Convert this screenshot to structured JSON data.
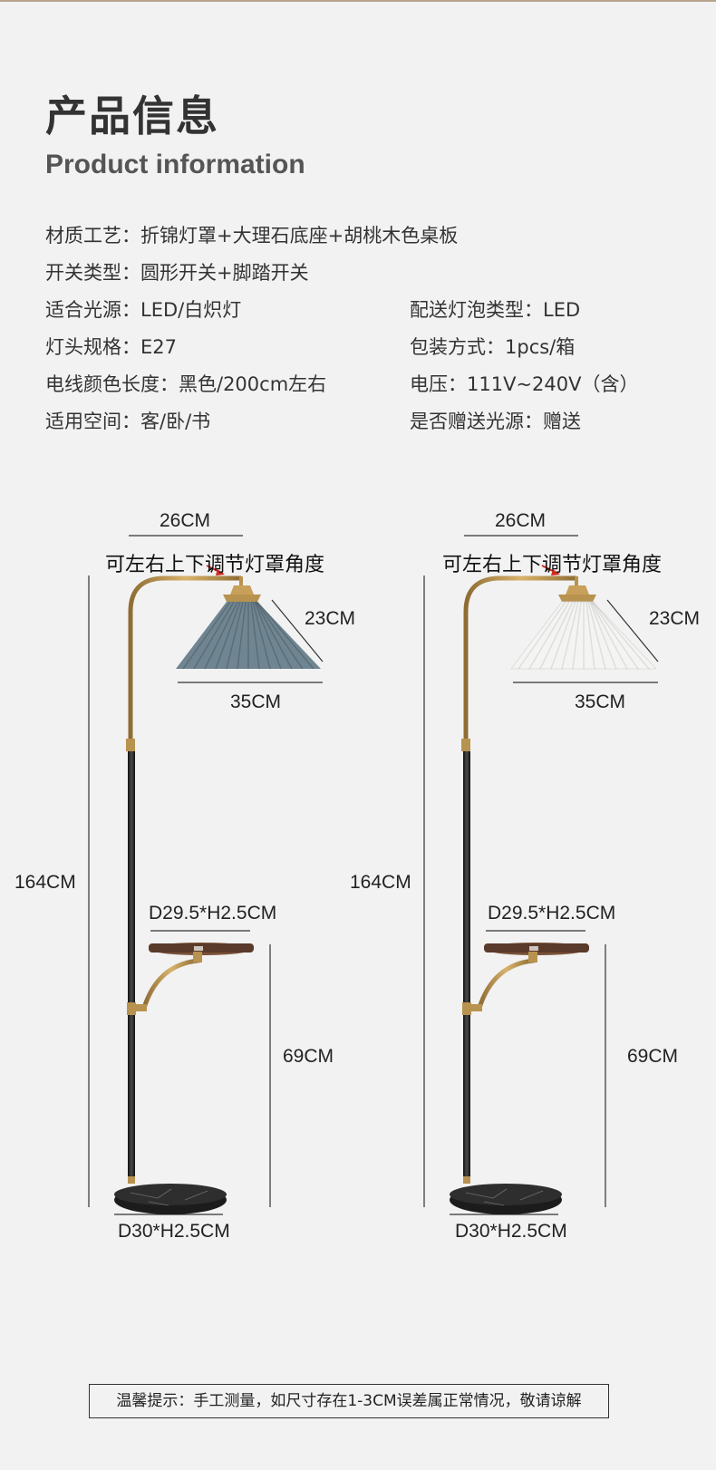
{
  "header": {
    "title_cn": "产品信息",
    "title_en": "Product information"
  },
  "specs": {
    "material": {
      "key": "材质工艺：",
      "value": "折锦灯罩+大理石底座+胡桃木色桌板"
    },
    "switch": {
      "key": "开关类型：",
      "value": "圆形开关+脚踏开关"
    },
    "light_source": {
      "key": "适合光源：",
      "value": "LED/白炽灯"
    },
    "bulb": {
      "key": "配送灯泡类型：",
      "value": "LED"
    },
    "socket": {
      "key": "灯头规格：",
      "value": "E27"
    },
    "package": {
      "key": "包装方式：",
      "value": "1pcs/箱"
    },
    "cable": {
      "key": "电线颜色长度：",
      "value": "黑色/200cm左右"
    },
    "voltage": {
      "key": "电压：",
      "value": "111V~240V（含）"
    },
    "space": {
      "key": "适用空间：",
      "value": "客/卧/书"
    },
    "gift": {
      "key": "是否赠送光源：",
      "value": "赠送"
    }
  },
  "lamps": [
    {
      "variant": "blue-grey",
      "shade_color": "#6f8591",
      "dims": {
        "arm_width": "26CM",
        "adjust_note": "可左右上下调节灯罩角度",
        "shade_height": "23CM",
        "shade_width": "35CM",
        "total_height": "164CM",
        "table_size": "D29.5*H2.5CM",
        "table_height": "69CM",
        "base_size": "D30*H2.5CM"
      }
    },
    {
      "variant": "white",
      "shade_color": "#f4f4f2",
      "dims": {
        "arm_width": "26CM",
        "adjust_note": "可左右上下调节灯罩角度",
        "shade_height": "23CM",
        "shade_width": "35CM",
        "total_height": "164CM",
        "table_size": "D29.5*H2.5CM",
        "table_height": "69CM",
        "base_size": "D30*H2.5CM"
      }
    }
  ],
  "notice": "温馨提示：手工测量，如尺寸存在1-3CM误差属正常情况，敬请谅解",
  "colors": {
    "brass": "#b8924f",
    "pole": "#262626",
    "wood": "#5a3a2a",
    "marble": "#1c1c1c",
    "arrow": "#d0281e"
  }
}
